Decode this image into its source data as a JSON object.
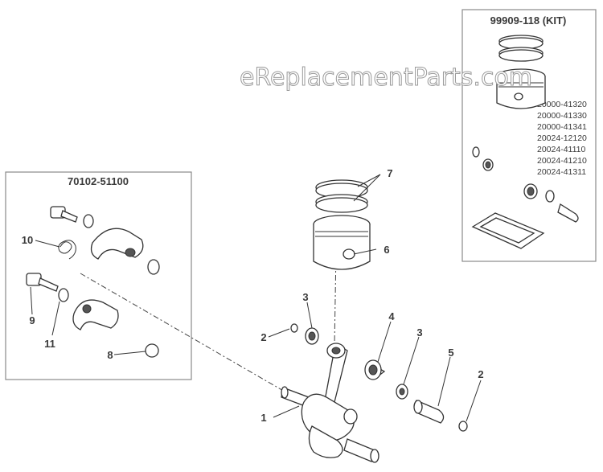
{
  "watermark": "eReplacementParts.com",
  "clutch_kit": {
    "title": "70102-51100"
  },
  "piston_kit": {
    "title": "99909-118 (KIT)",
    "part_numbers": [
      "20000-41320",
      "20000-41330",
      "20000-41341",
      "20024-12120",
      "20024-41110",
      "20024-41210",
      "20024-41311"
    ]
  },
  "callouts": {
    "c1": "1",
    "c2a": "2",
    "c2b": "2",
    "c3a": "3",
    "c3b": "3",
    "c4": "4",
    "c5": "5",
    "c6": "6",
    "c7": "7",
    "c8": "8",
    "c9": "9",
    "c10": "10",
    "c11": "11"
  }
}
